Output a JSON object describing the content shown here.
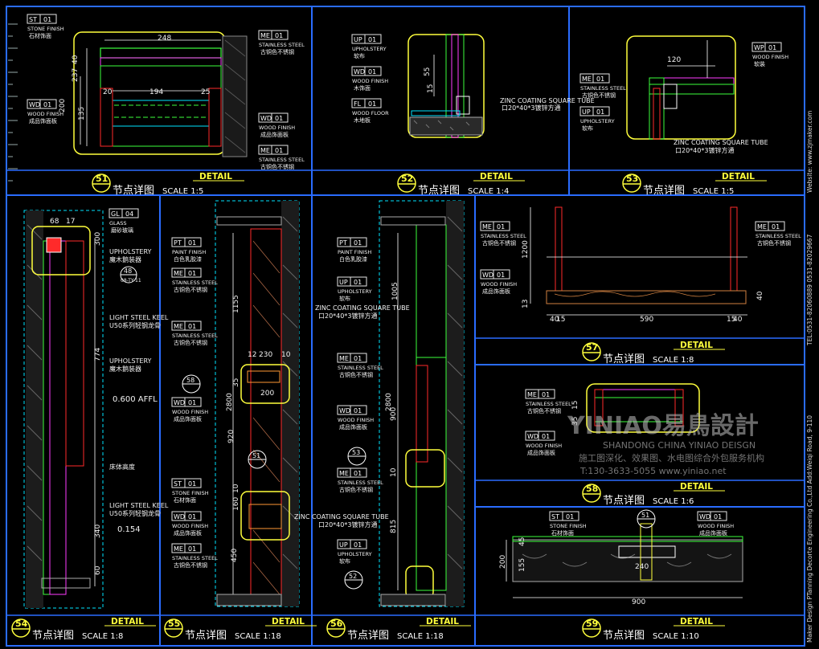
{
  "panels": [
    {
      "num": "51",
      "title_cn": "节点详图",
      "scale": "SCALE 1:5",
      "detail": "DETAIL"
    },
    {
      "num": "52",
      "title_cn": "节点详图",
      "scale": "SCALE 1:4",
      "detail": "DETAIL"
    },
    {
      "num": "53",
      "title_cn": "节点详图",
      "scale": "SCALE 1:5",
      "detail": "DETAIL"
    },
    {
      "num": "54",
      "title_cn": "节点详图",
      "scale": "SCALE 1:8",
      "detail": "DETAIL"
    },
    {
      "num": "55",
      "title_cn": "节点详图",
      "scale": "SCALE 1:18",
      "detail": "DETAIL"
    },
    {
      "num": "56",
      "title_cn": "节点详图",
      "scale": "SCALE 1:18",
      "detail": "DETAIL"
    },
    {
      "num": "57",
      "title_cn": "节点详图",
      "scale": "SCALE 1:8",
      "detail": "DETAIL"
    },
    {
      "num": "58",
      "title_cn": "节点详图",
      "scale": "SCALE 1:6",
      "detail": "DETAIL"
    },
    {
      "num": "59",
      "title_cn": "节点详图",
      "scale": "SCALE 1:10",
      "detail": "DETAIL"
    }
  ],
  "tags": {
    "st01": {
      "code": "ST",
      "num": "01",
      "en": "STONE FINISH",
      "cn": "石材饰面"
    },
    "me01": {
      "code": "ME",
      "num": "01",
      "en": "STAINLESS STEEL",
      "cn": "古铜色不锈钢"
    },
    "wd01": {
      "code": "WD",
      "num": "01",
      "en": "WOOD FINISH",
      "cn": "成品饰面板"
    },
    "wd01b": {
      "code": "WD",
      "num": "01",
      "en": "WOOD FINISH",
      "cn": "木饰面"
    },
    "up01": {
      "code": "UP",
      "num": "01",
      "en": "UPHOLSTERY",
      "cn": "软布"
    },
    "fl01": {
      "code": "FL",
      "num": "01",
      "en": "WOOD FLOOR",
      "cn": "木地板"
    },
    "wp01": {
      "code": "WP",
      "num": "01",
      "en": "WOOD FINISH",
      "cn": "软装"
    },
    "gl04": {
      "code": "GL",
      "num": "04",
      "en": "GLASS",
      "cn": "磨砂玻璃"
    },
    "pt01": {
      "code": "PT",
      "num": "01",
      "en": "PAINT FINISH",
      "cn": "白色乳胶漆"
    }
  },
  "notes": {
    "zinc_en": "ZINC COATING SQUARE TUBE",
    "zinc_cn": "口20*40*3镀锌方通",
    "upholstery_en": "UPHOLSTERY",
    "upholstery_cn": "魔木鹅装器",
    "keel_en": "LIGHT STEEL KEEL",
    "keel_cn": "U50系列轻钢龙骨",
    "affl": "0.600 AFFL",
    "level": "0.154",
    "bubble_48": "48",
    "bubble_48_sub": "08-TY-11",
    "bed_note": "床体高度"
  },
  "dims": {
    "p51": [
      "248",
      "40",
      "237",
      "20",
      "194",
      "25",
      "200",
      "135"
    ],
    "p52": [
      "55",
      "15"
    ],
    "p53": [
      "120"
    ],
    "p54": [
      "68",
      "17",
      "300",
      "774",
      "340",
      "60"
    ],
    "p55": [
      "1155",
      "12",
      "230",
      "10",
      "35",
      "200",
      "2800",
      "920",
      "160",
      "10",
      "450"
    ],
    "p56": [
      "1005",
      "2800",
      "900",
      "10",
      "815"
    ],
    "p57": [
      "1200",
      "13",
      "40",
      "40",
      "15",
      "590",
      "15",
      "40"
    ],
    "p58": [
      "15",
      "35"
    ],
    "p59": [
      "200",
      "155",
      "45",
      "240",
      "900"
    ]
  },
  "callouts": {
    "c58": "58",
    "c51": "51",
    "c53": "53",
    "c52": "52",
    "c51b": "51"
  },
  "sidebar": {
    "website": "Website: www.zjmaker.com",
    "phone": "TEL:0531-82060889  0531-82029667",
    "company": "Maker Design PTanning Decorte Engineering Co.,Ltd Add:Weiqi Road, 9-110"
  },
  "watermark": {
    "logo": "YINIAO易鳥設計",
    "brand_en": "SHANDONG CHINA YINIAO DEISGN",
    "service": "施工图深化、效果图、水电图综合外包服务机构",
    "contact": "T:130-3633-5055   www.yiniao.net"
  },
  "colors": {
    "background": "#000000",
    "frame": "#2a6cff",
    "highlight": "#ffff3c",
    "text": "#f2f2f2",
    "cad_red": "#ff2a2a",
    "cad_green": "#3cff3c",
    "cad_cyan": "#00e5ff",
    "cad_magenta": "#ff3cff"
  }
}
